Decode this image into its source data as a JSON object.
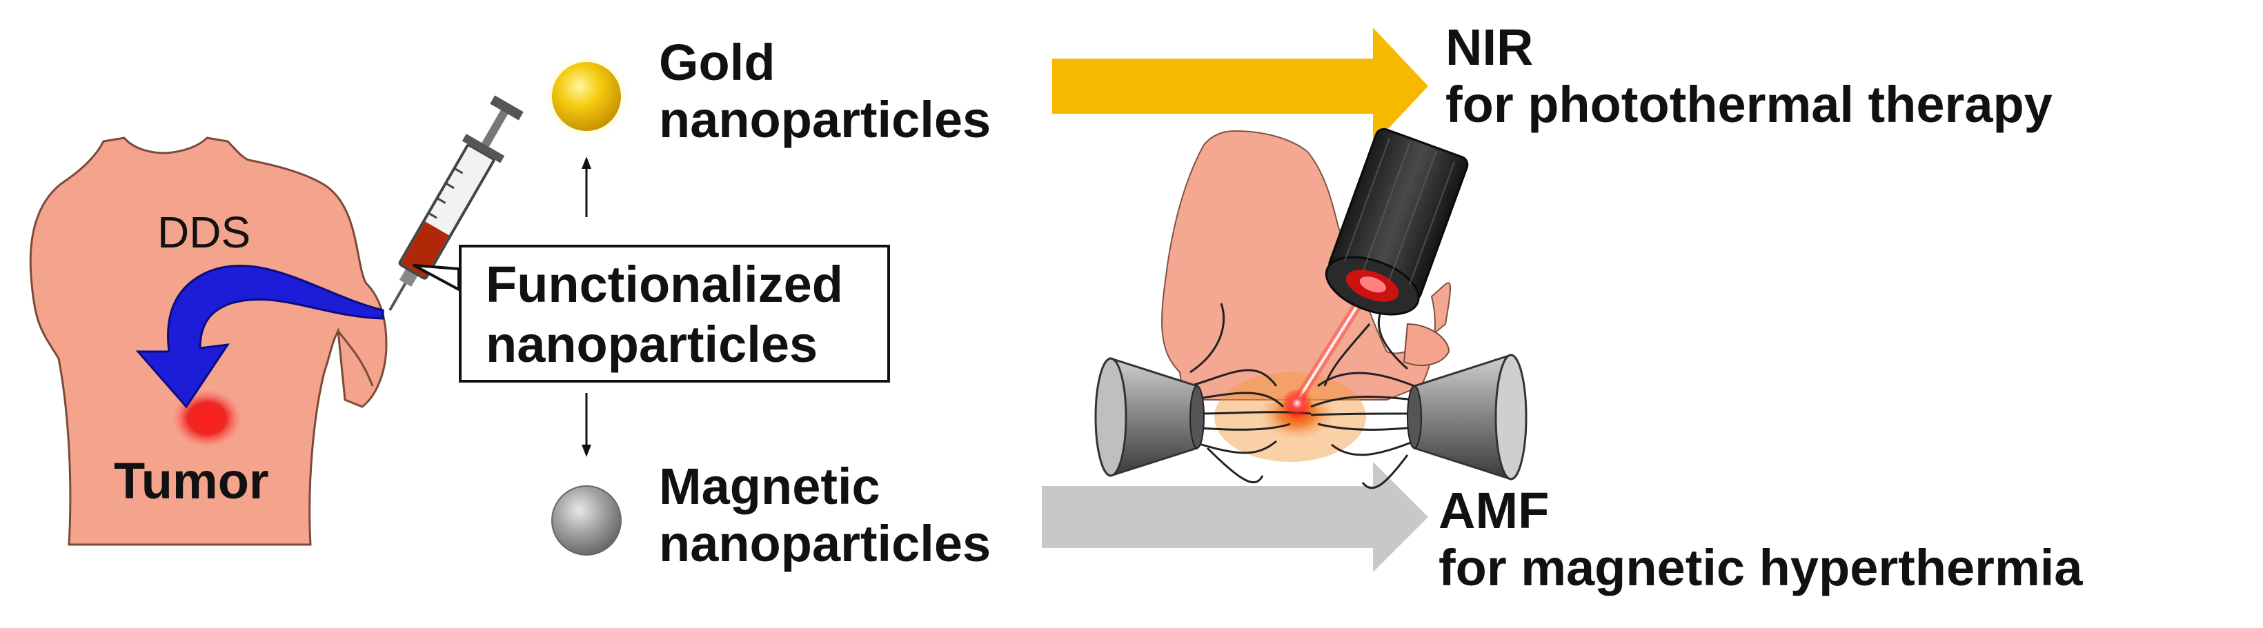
{
  "labels": {
    "dds": "DDS",
    "tumor": "Tumor",
    "functionalized_line1": "Functionalized",
    "functionalized_line2": "nanoparticles",
    "gold_line1": "Gold",
    "gold_line2": "nanoparticles",
    "magnetic_line1": "Magnetic",
    "magnetic_line2": "nanoparticles",
    "nir_title": "NIR",
    "nir_sub": "for photothermal therapy",
    "amf_title": "AMF",
    "amf_sub": "for magnetic hyperthermia"
  },
  "colors": {
    "skin": "#f4a38c",
    "skin_outline": "#7a4a3a",
    "dds_arrow": "#1d1dd8",
    "tumor_red": "#e81010",
    "gold": "#f2c200",
    "gold_arrow": "#f7b900",
    "magnetic_gray": "#8c8c8c",
    "amf_arrow": "#c8c8c8"
  },
  "icons": {
    "syringe": "syringe-icon",
    "gold_particle": "gold-nanoparticle-icon",
    "magnetic_particle": "magnetic-nanoparticle-icon",
    "laser": "laser-emitter-icon",
    "coil_left": "magnetic-coil-icon",
    "coil_right": "magnetic-coil-icon"
  }
}
